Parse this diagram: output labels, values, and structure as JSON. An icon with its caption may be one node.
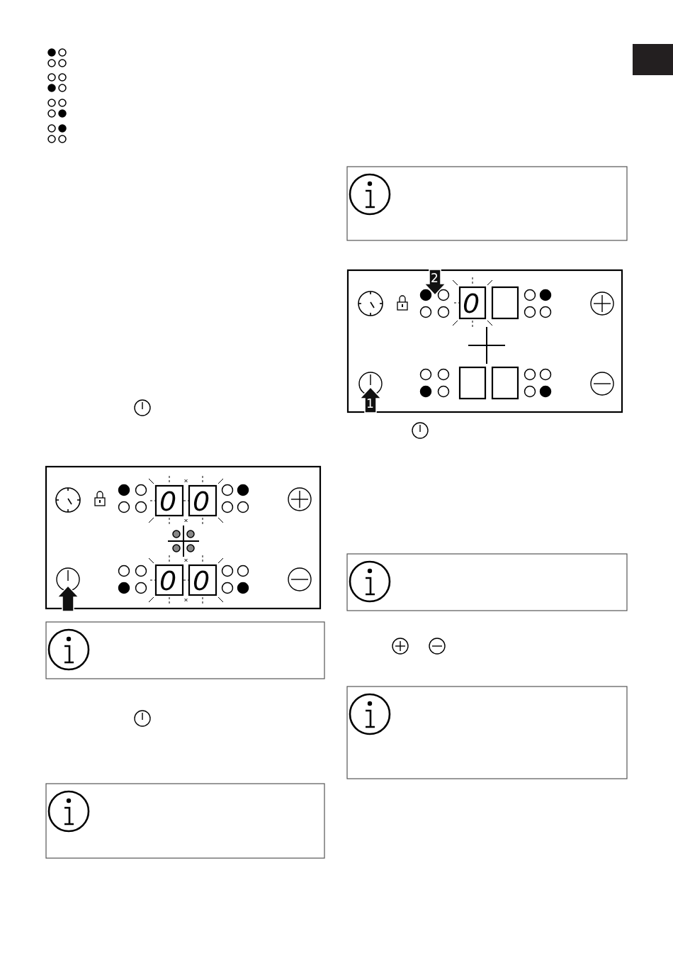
{
  "diagram": {
    "labels": [
      "0",
      "0",
      "0",
      "0",
      "2",
      "0",
      "1"
    ]
  }
}
